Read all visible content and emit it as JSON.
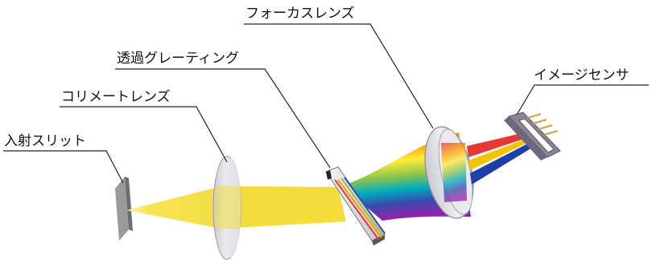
{
  "labels": {
    "slit": "入射スリット",
    "collimator": "コリメートレンズ",
    "grating": "透過グレーティング",
    "focus_lens": "フォーカスレンズ",
    "sensor": "イメージセンサ"
  },
  "colors": {
    "beam": "#f7e34a",
    "lens_glass": "#d9d9df",
    "lens_edge": "#8a8a96",
    "slit": "#8c8c8c",
    "sensor_body": "#8b8498",
    "sensor_window": "#ffffff",
    "pins": "#c9a24a",
    "spectrum": [
      "#ffeb3b",
      "#ff9800",
      "#e53935",
      "#8e24aa",
      "#1e3fa8",
      "#00acc1",
      "#43a047",
      "#cddc39"
    ],
    "ray_red": "#e53935",
    "ray_yellow": "#f3c400",
    "ray_blue": "#1e3fa8"
  }
}
